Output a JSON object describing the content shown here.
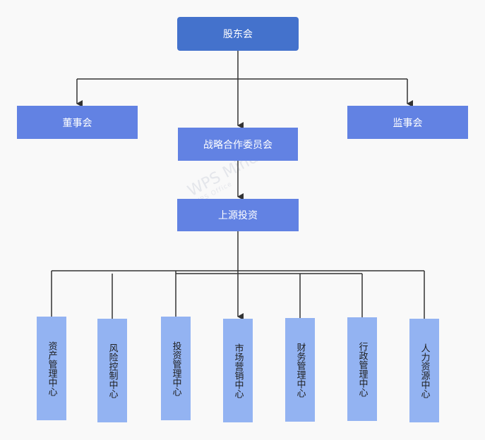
{
  "nodes": {
    "shareholders": "股东会",
    "board": "董事会",
    "supervisors": "监事会",
    "strategy": "战略合作委员会",
    "company": "上源投资",
    "dept_1": "资产管理中心",
    "dept_2": "风险控制中心",
    "dept_3": "投资管理中心",
    "dept_4": "市场营销中心",
    "dept_5": "财务管理中心",
    "dept_6": "行政管理中心",
    "dept_7": "人力资源中心"
  },
  "watermark": {
    "brand": "WPS Mind",
    "sub": "WPS Office"
  },
  "colors": {
    "root": "#4472cc",
    "mid": "#6282e3",
    "leaf": "#93b3f2",
    "connector": "#333333"
  }
}
